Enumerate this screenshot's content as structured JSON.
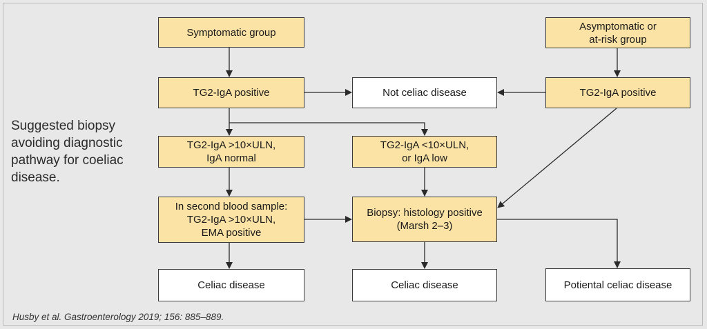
{
  "caption": "Suggested biopsy\navoiding diagnostic\npathway for coeliac\ndisease.",
  "citation": "Husby et al. Gastroenterology 2019; 156: 885–889.",
  "nodes": {
    "symptomatic": "Symptomatic group",
    "asymptomatic": "Asymptomatic or\nat-risk group",
    "tg2_pos_left": "TG2-IgA positive",
    "not_celiac": "Not celiac disease",
    "tg2_pos_right": "TG2-IgA positive",
    "tg2_high": "TG2-IgA >10×ULN,\nIgA normal",
    "tg2_low": "TG2-IgA <10×ULN,\nor IgA low",
    "second_sample": "In second blood sample:\nTG2-IgA >10×ULN,\nEMA positive",
    "biopsy": "Biopsy: histology positive\n(Marsh 2–3)",
    "celiac_left": "Celiac disease",
    "celiac_mid": "Celiac disease",
    "potential": "Potiental celiac disease"
  }
}
